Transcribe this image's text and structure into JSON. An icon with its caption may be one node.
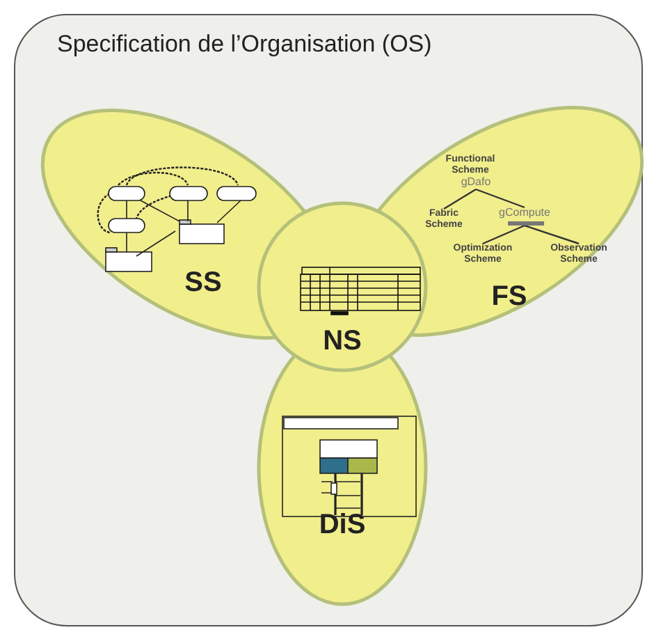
{
  "diagram": {
    "nodes": [
      {
        "text": [
          "Specification de l’Organisation (OS)"
        ]
      },
      {
        "text": [
          "SS"
        ],
        "in": 0
      },
      {
        "text": [
          "FS"
        ],
        "in": 0
      },
      {
        "text": [
          "NS"
        ],
        "in": 0
      },
      {
        "text": [
          "DiS"
        ],
        "in": 0
      },
      {
        "text": [
          "Functional Scheme"
        ],
        "in": 2
      },
      {
        "text": [
          "gDafo"
        ],
        "in": 2
      },
      {
        "text": [
          "Fabric Scheme"
        ],
        "in": 2
      },
      {
        "text": [
          "gCompute"
        ],
        "in": 2
      },
      {
        "text": [
          "Optimization Scheme"
        ],
        "in": 2
      },
      {
        "text": [
          "Observation Scheme"
        ],
        "in": 2
      }
    ],
    "edges": [
      {
        "from": 6,
        "to": 7,
        "arrow": "none"
      },
      {
        "from": 6,
        "to": 8,
        "arrow": "none"
      },
      {
        "from": 8,
        "to": 9,
        "arrow": "none"
      },
      {
        "from": 8,
        "to": 10,
        "arrow": "none"
      }
    ]
  }
}
